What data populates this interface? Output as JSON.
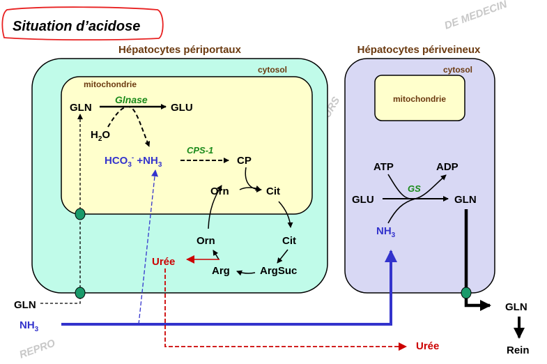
{
  "title": "Situation d’acidose",
  "colors": {
    "periportal_cytosol": "#c0fbe9",
    "perivenous_cytosol": "#d8d8f4",
    "mitochondria": "#ffffcc",
    "ammonia": "#3333cc",
    "urea": "#cc0000",
    "enzyme": "#1a8a1a",
    "headings": "#6b3a10",
    "transporter": "#1a9a6a"
  },
  "watermarks": [
    "DE MEDECIN",
    "URS",
    "REPRO"
  ],
  "periportal": {
    "heading": "Hépatocytes périportaux",
    "cytosol_label": "cytosol",
    "mito_label": "mitochondrie",
    "gln": "GLN",
    "glnase": "Glnase",
    "glu": "GLU",
    "h2o": {
      "main": "H",
      "sub": "2",
      "end": "O"
    },
    "hco3": {
      "main": "HCO",
      "sub": "3",
      "sup": "-",
      "plus": " +NH",
      "sub2": "3"
    },
    "cps1": "CPS-1",
    "cp": "CP",
    "orn_mito": "Orn",
    "cit_mito": "Cit",
    "cit_cyto": "Cit",
    "argsuc": "ArgSuc",
    "arg": "Arg",
    "orn_cyto": "Orn",
    "uree": "Urée"
  },
  "perivenous": {
    "heading": "Hépatocytes périveineux",
    "cytosol_label": "cytosol",
    "mito_label": "mitochondrie",
    "atp": "ATP",
    "adp": "ADP",
    "gs": "GS",
    "glu": "GLU",
    "gln": "GLN",
    "nh3": {
      "main": "NH",
      "sub": "3"
    }
  },
  "blood": {
    "gln_in": "GLN",
    "nh3_in": {
      "main": "NH",
      "sub": "3"
    },
    "uree_out": "Urée",
    "gln_out": "GLN",
    "rein": "Rein"
  }
}
